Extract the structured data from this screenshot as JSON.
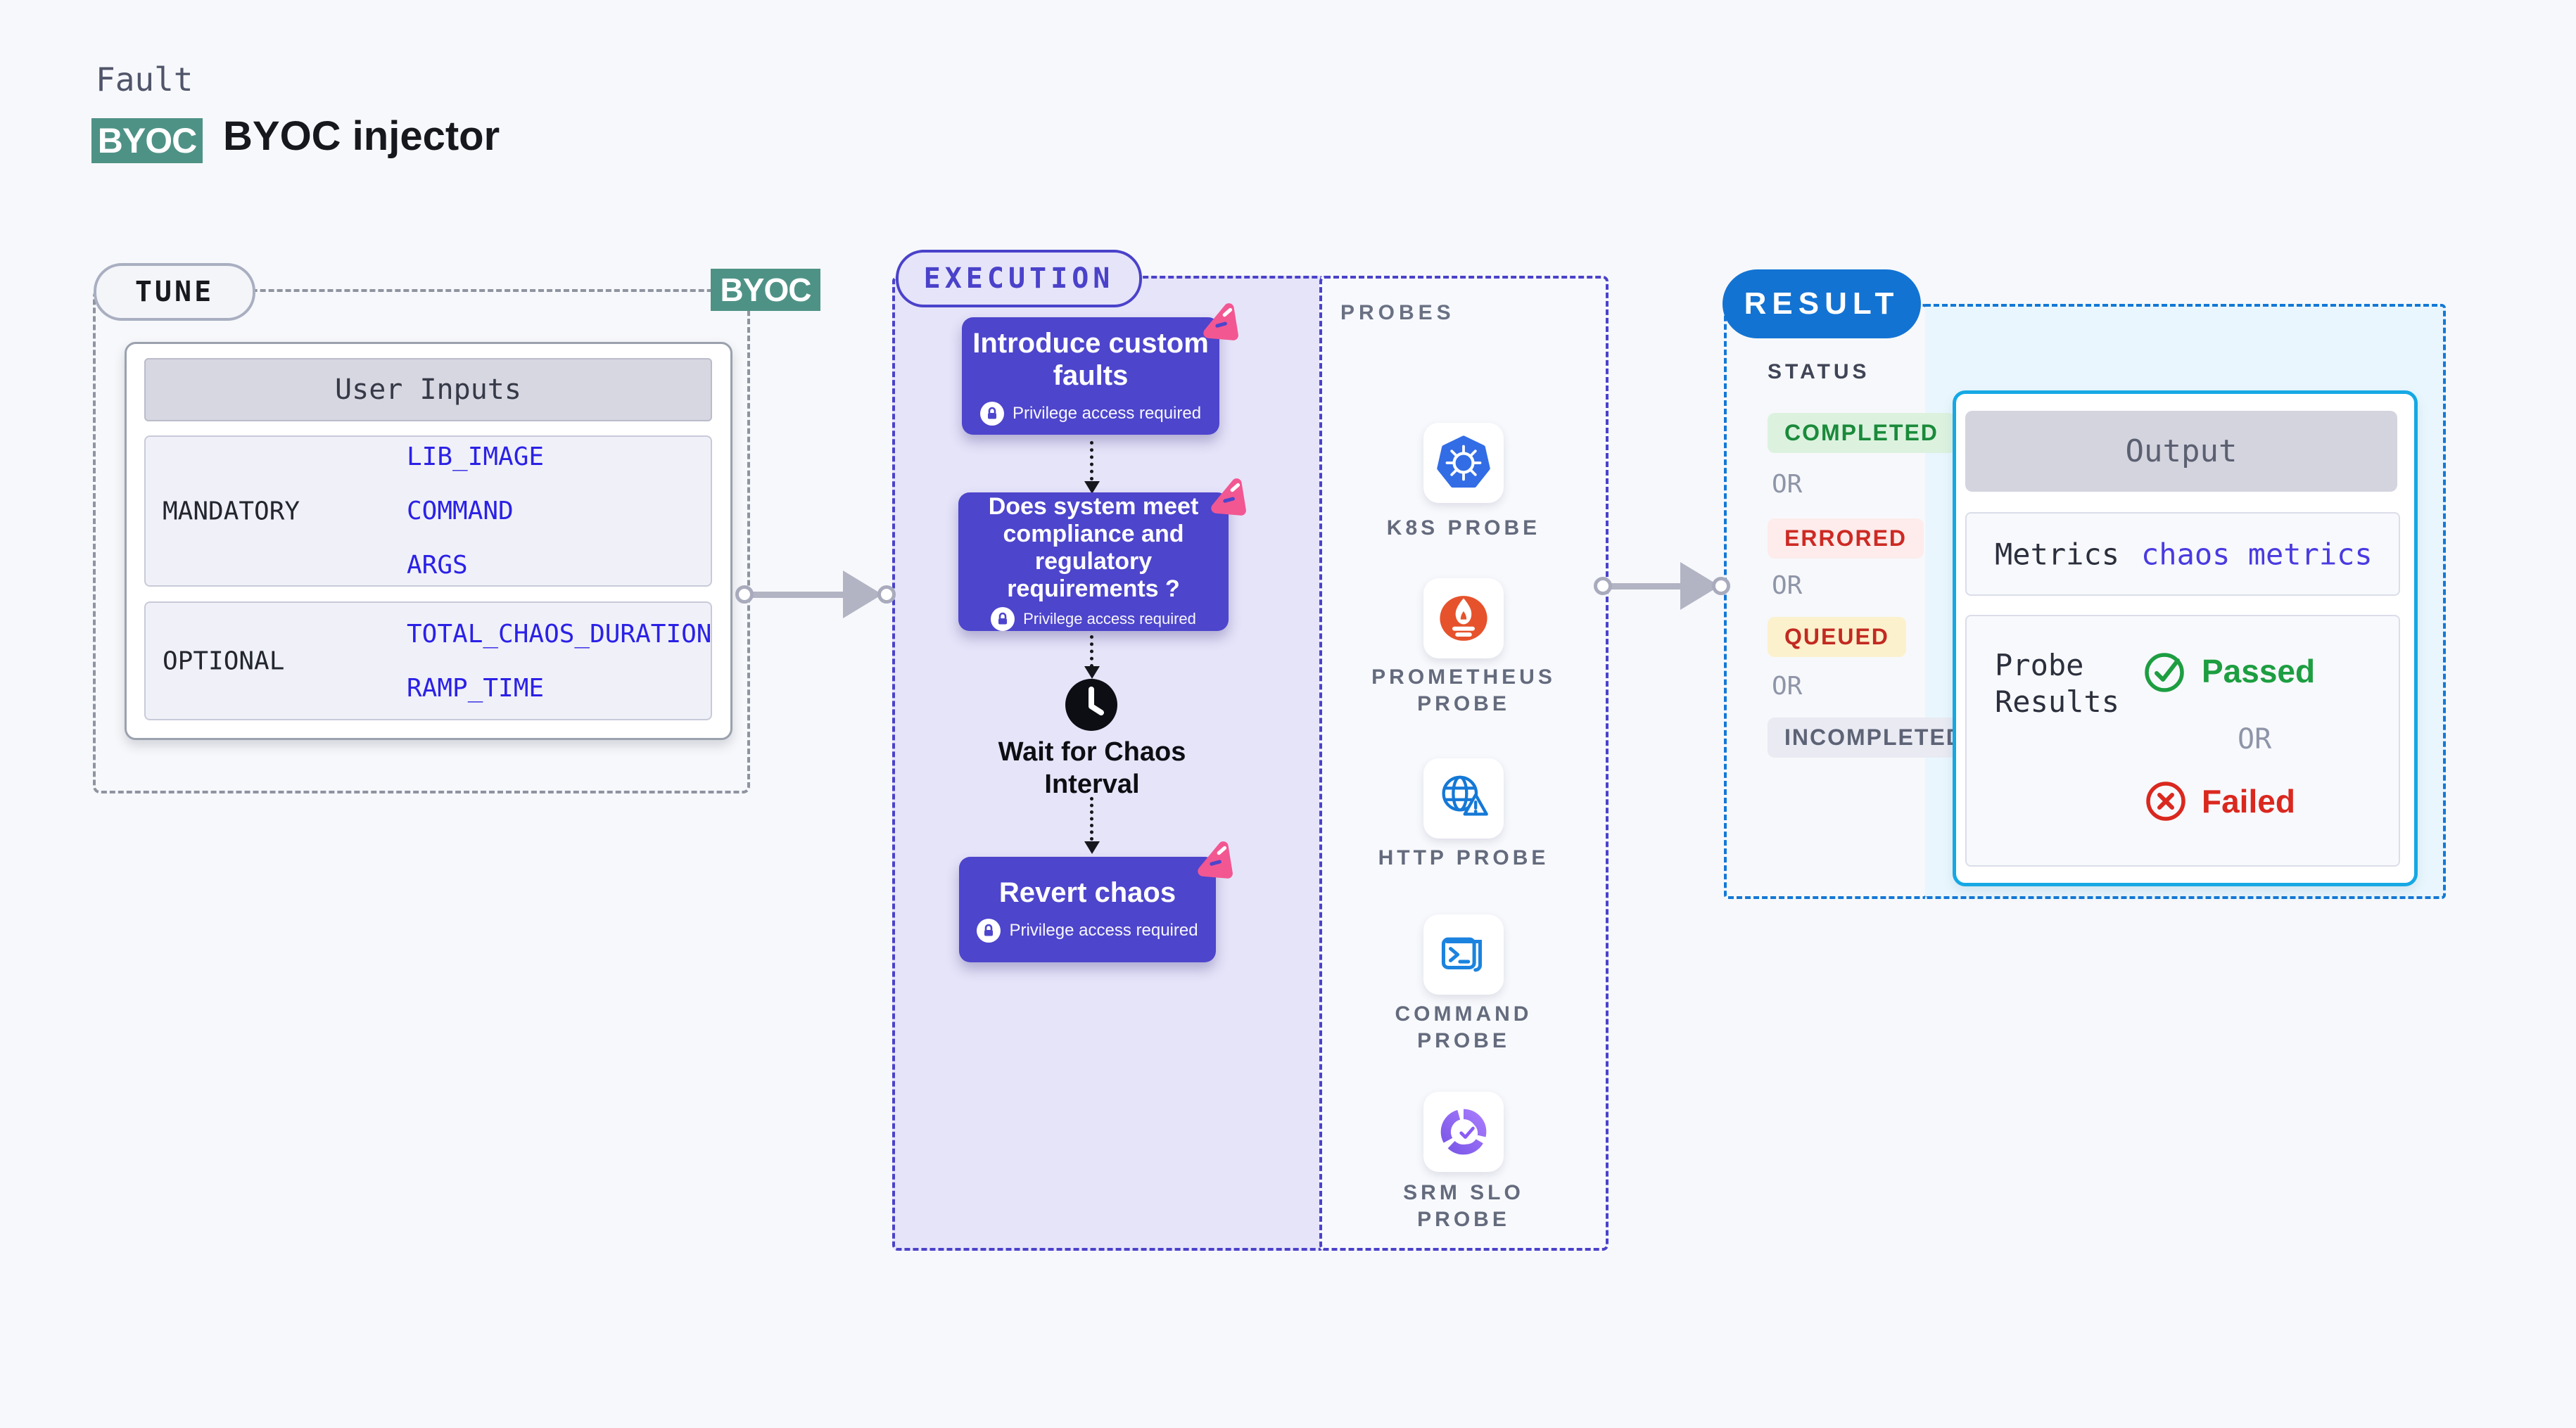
{
  "header": {
    "eyebrow": "Fault",
    "badge": "BYOC",
    "title": "BYOC injector"
  },
  "tune": {
    "label": "TUNE",
    "byoc_tag": "BYOC",
    "table": {
      "title": "User Inputs",
      "rows": [
        {
          "label": "MANDATORY",
          "values": [
            "LIB_IMAGE",
            "COMMAND",
            "ARGS"
          ]
        },
        {
          "label": "OPTIONAL",
          "values": [
            "TOTAL_CHAOS_DURATION",
            "RAMP_TIME"
          ]
        }
      ]
    }
  },
  "execution": {
    "label": "EXECUTION",
    "nodes": [
      {
        "title": "Introduce custom faults",
        "note": "Privilege access required"
      },
      {
        "title": "Does system meet compliance and regulatory requirements ?",
        "note": "Privilege access required"
      },
      {
        "title": "Revert chaos",
        "note": "Privilege access required"
      }
    ],
    "wait_label": "Wait for Chaos Interval"
  },
  "probes": {
    "label": "PROBES",
    "items": [
      {
        "name": "K8S PROBE",
        "icon": "kubernetes-icon"
      },
      {
        "name": "PROMETHEUS PROBE",
        "icon": "prometheus-icon"
      },
      {
        "name": "HTTP PROBE",
        "icon": "http-globe-icon"
      },
      {
        "name": "COMMAND PROBE",
        "icon": "terminal-icon"
      },
      {
        "name": "SRM SLO PROBE",
        "icon": "srm-slo-icon"
      }
    ]
  },
  "result": {
    "label": "RESULT",
    "status_title": "STATUS",
    "or": "OR",
    "statuses": [
      "COMPLETED",
      "ERRORED",
      "QUEUED",
      "INCOMPLETED"
    ],
    "output": {
      "title": "Output",
      "metrics_label": "Metrics",
      "metrics_value": "chaos metrics",
      "probe_results_label": "Probe Results",
      "passed": "Passed",
      "failed": "Failed"
    }
  },
  "colors": {
    "page_bg": "#f7f8fb",
    "teal_badge": "#4e9286",
    "indigo_node": "#4d45cc",
    "indigo_dash": "#4a42ca",
    "execution_bg": "#e6e4f9",
    "gray_dash": "#8e94a0",
    "value_blue": "#2b21e6",
    "result_blue": "#1273d3",
    "result_dash": "#1378d6",
    "output_bg": "#e9f6fd",
    "output_border": "#16a8e4",
    "passed_green": "#1d9e41",
    "failed_red": "#da281f",
    "pink_accent": "#f25792",
    "k8s_blue": "#326de6",
    "prometheus_orange": "#e6522c"
  }
}
